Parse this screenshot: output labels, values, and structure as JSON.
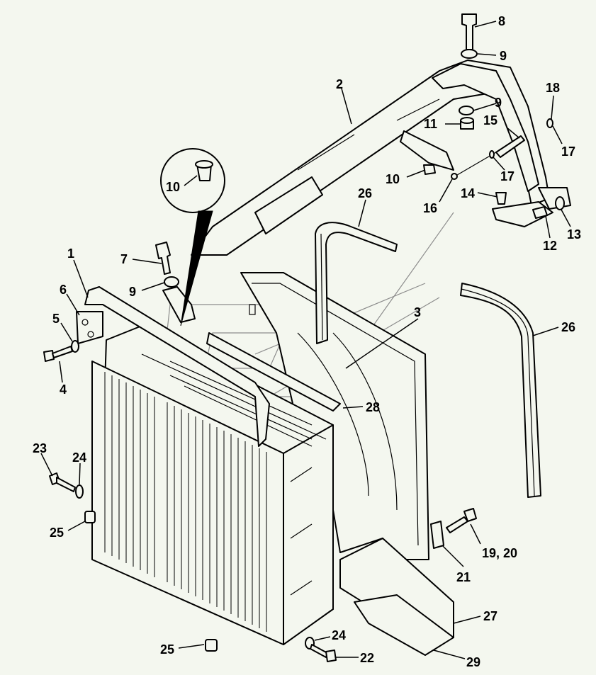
{
  "diagram": {
    "type": "exploded-parts-view",
    "background": "#f4f7ef",
    "callouts": {
      "c1": "1",
      "c2": "2",
      "c3": "3",
      "c4": "4",
      "c5": "5",
      "c6": "6",
      "c7": "7",
      "c8": "8",
      "c9a": "9",
      "c9b": "9",
      "c9c": "9",
      "c10a": "10",
      "c10b": "10",
      "c11": "11",
      "c12": "12",
      "c13": "13",
      "c14": "14",
      "c15": "15",
      "c16": "16",
      "c17a": "17",
      "c17b": "17",
      "c18": "18",
      "c1920": "19, 20",
      "c21": "21",
      "c22": "22",
      "c23": "23",
      "c24a": "24",
      "c24b": "24",
      "c25a": "25",
      "c25b": "25",
      "c26a": "26",
      "c26b": "26",
      "c27": "27",
      "c28": "28",
      "c29": "29"
    }
  }
}
